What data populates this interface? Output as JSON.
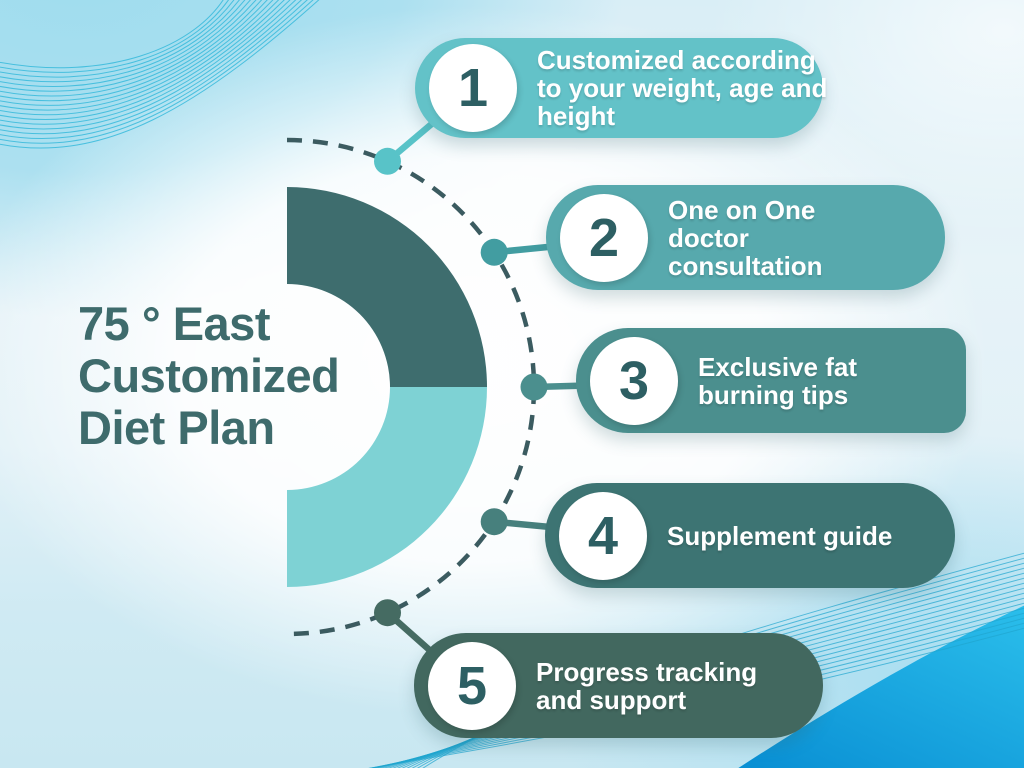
{
  "title": {
    "lines": [
      "75 ° East",
      "Customized",
      "Diet Plan"
    ],
    "color": "#3e6b6c"
  },
  "items": [
    {
      "number": "1",
      "lines": [
        "Customized according",
        "to your weight, age and",
        "height"
      ],
      "pill_color": "#63c2c8",
      "accent_color": "#58c3c8"
    },
    {
      "number": "2",
      "lines": [
        "One on One",
        "doctor",
        "consultation"
      ],
      "pill_color": "#57a9ad",
      "accent_color": "#429da1"
    },
    {
      "number": "3",
      "lines": [
        "Exclusive fat",
        "burning tips"
      ],
      "pill_color": "#4b8f8e",
      "accent_color": "#4b8f8e"
    },
    {
      "number": "4",
      "lines": [
        "Supplement guide"
      ],
      "pill_color": "#3d7473",
      "accent_color": "#47807d"
    },
    {
      "number": "5",
      "lines": [
        "Progress tracking",
        "and support"
      ],
      "pill_color": "#42685f",
      "accent_color": "#456b62"
    }
  ],
  "diagram": {
    "arc_top_color": "#3e6d6e",
    "arc_bottom_color": "#7ed2d4",
    "dashed_color": "#3b5b60",
    "number_color": "#2d5f63",
    "text_color": "#ffffff"
  },
  "background": {
    "wave_color_topleft": "#27b4d8",
    "wave_color_bottom": "#1fa5cf",
    "corner_gradient": [
      "#2cc0ec",
      "#0a90d4"
    ]
  }
}
